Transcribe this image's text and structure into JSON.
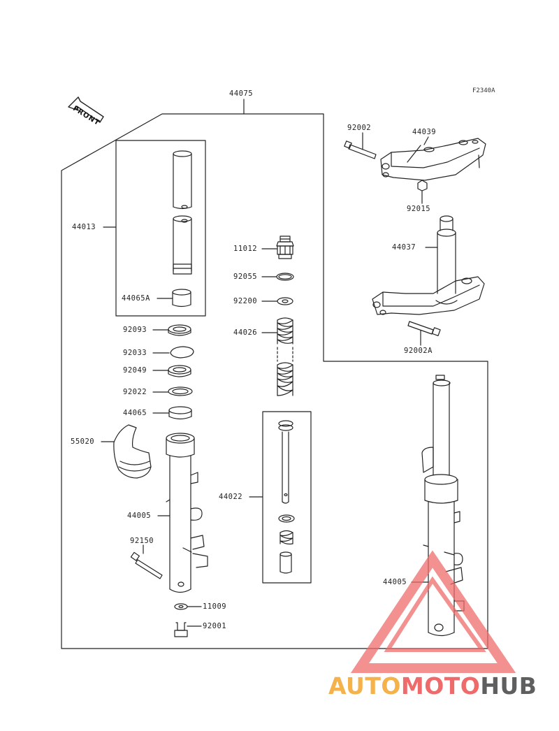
{
  "figure_ref": "F2340A",
  "front_label": "FRONT",
  "parts": {
    "p44075": "44075",
    "p92002": "92002",
    "p44039": "44039",
    "p92015": "92015",
    "p44037": "44037",
    "p92002A": "92002A",
    "p44013": "44013",
    "p44065A": "44065A",
    "p11012": "11012",
    "p92055": "92055",
    "p92200": "92200",
    "p44026": "44026",
    "p92093": "92093",
    "p92033": "92033",
    "p92049": "92049",
    "p92022": "92022",
    "p44065": "44065",
    "p55020": "55020",
    "p44022": "44022",
    "p44005a": "44005",
    "p44005b": "44005",
    "p92150": "92150",
    "p11009": "11009",
    "p92001": "92001"
  },
  "watermark": {
    "auto": "AUTO",
    "moto": "MOTO",
    "hub": "HUB",
    "colors": {
      "auto": "#f5b14a",
      "moto": "#ef6b6b",
      "hub": "#5f5f5f",
      "triangle": "#ef6b6b"
    }
  }
}
